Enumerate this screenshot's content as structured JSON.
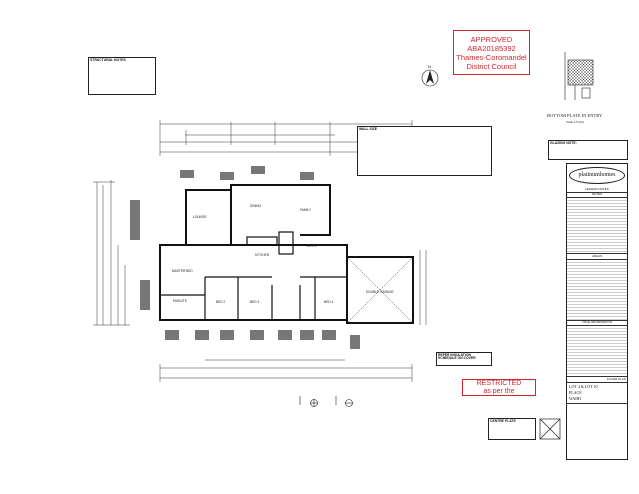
{
  "approval_stamp": {
    "line1": "APPROVED",
    "line2": "ABA20185392",
    "line3": "Thames-Coromandel",
    "line4": "District Council",
    "color": "#d0262e"
  },
  "restricted_stamp": {
    "line1": "RESTRICTED",
    "line2": "as per the"
  },
  "detail": {
    "title": "BOTTOM PLATE IN ENTRY",
    "scale": "Scale 1:5 (A3)"
  },
  "notes": {
    "structural_title": "STRUCTURAL NOTES",
    "wall_size_title": "WALL SIZE",
    "glazing_title": "GLAZING NOTE:",
    "insulation": "REFER INSULATION SCHEDULE ON COVER",
    "centre_plate_title": "CENTRE PLATE"
  },
  "rooms": {
    "lounge": "LOUNGE",
    "dining": "DINING",
    "family": "FAMILY",
    "kitchen": "KITCHEN",
    "master": "MASTER BED",
    "ensuite": "ENSUITE",
    "bed2": "BED 2",
    "bed3": "BED 3",
    "bed4": "BED 4",
    "garage": "DOUBLE GARAGE",
    "entry": "ENTRY"
  },
  "title_block": {
    "brand": "platinumhomes",
    "legend": "LEGEND NOTES",
    "notes": "NOTES",
    "areas": "AREAS",
    "title_info": "TITLE INFORMATION",
    "drawing": "FLOOR PLAN",
    "address_line1": "LOT 4 & LOT 10",
    "address_line2": "PLACE",
    "address_line3": "WAIHI"
  },
  "north_arrow": "N"
}
